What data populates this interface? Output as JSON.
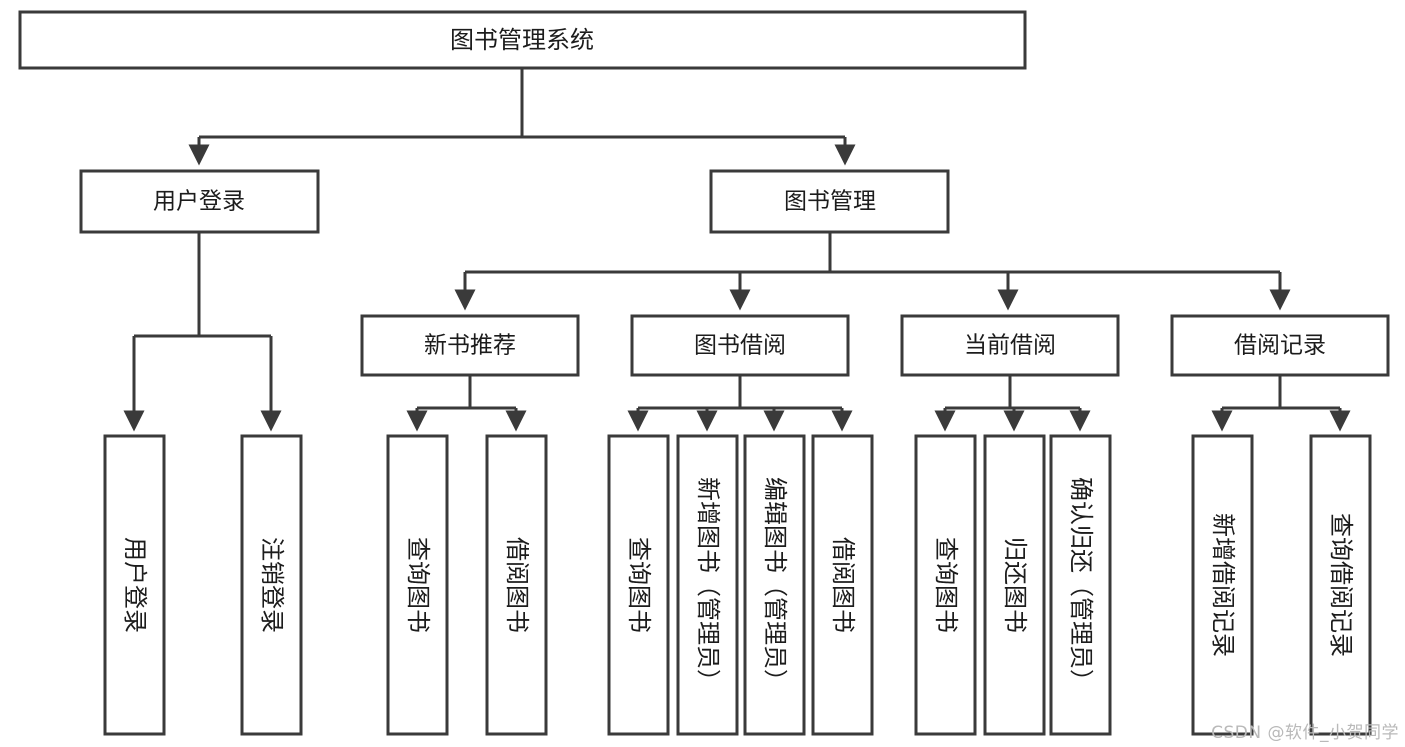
{
  "diagram": {
    "type": "tree",
    "title": "图书管理系统",
    "root": {
      "label": "图书管理系统"
    },
    "level2": [
      {
        "label": "用户登录"
      },
      {
        "label": "图书管理"
      }
    ],
    "level3": [
      {
        "label": "新书推荐"
      },
      {
        "label": "图书借阅"
      },
      {
        "label": "当前借阅"
      },
      {
        "label": "借阅记录"
      }
    ],
    "leaves": {
      "user_login": [
        {
          "label": "用户登录"
        },
        {
          "label": "注销登录"
        }
      ],
      "new_book_recommend": [
        {
          "label": "查询图书"
        },
        {
          "label": "借阅图书"
        }
      ],
      "book_borrow": [
        {
          "label": "查询图书"
        },
        {
          "label": "新增图书（管理员）"
        },
        {
          "label": "编辑图书（管理员）"
        },
        {
          "label": "借阅图书"
        }
      ],
      "current_borrow": [
        {
          "label": "查询图书"
        },
        {
          "label": "归还图书"
        },
        {
          "label": "确认归还（管理员）"
        }
      ],
      "borrow_record": [
        {
          "label": "新增借阅记录"
        },
        {
          "label": "查询借阅记录"
        }
      ]
    }
  },
  "watermark": {
    "text": "CSDN @软件_小贺同学"
  },
  "colors": {
    "box_stroke": "#3a3a3a",
    "box_fill": "#ffffff",
    "text": "#1c1c1c",
    "watermark": "#b9b9b9",
    "background": "#ffffff"
  }
}
